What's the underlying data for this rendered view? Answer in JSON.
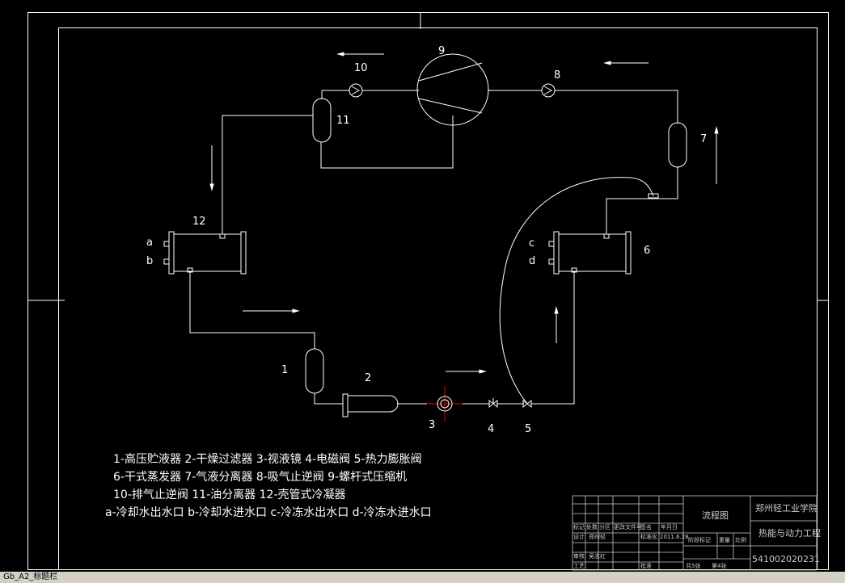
{
  "numbers": [
    "1",
    "2",
    "3",
    "4",
    "5",
    "6",
    "7",
    "8",
    "9",
    "10",
    "11",
    "12"
  ],
  "ports": [
    "a",
    "b",
    "c",
    "d"
  ],
  "legend": [
    "1-高压贮液器 2-干燥过滤器 3-视液镜 4-电磁阀 5-热力膨胀阀",
    "6-干式蒸发器 7-气液分离器 8-吸气止逆阀 9-螺杆式压缩机",
    "10-排气止逆阀 11-油分离器 12-壳管式冷凝器",
    "a-冷却水出水口  b-冷却水进水口  c-冷冻水出水口  d-冷冻水进水口"
  ],
  "title_block": {
    "drawing_title": "流程图",
    "school": "郑州轻工业学院",
    "major": "热能与动力工程",
    "number": "541002020231",
    "h_design": "设计",
    "h_review": "审核",
    "h_process": "工艺",
    "h_standard": "标准化",
    "h_approve": "批准",
    "h_stage": "阶段标记",
    "h_weight": "重量",
    "h_scale": "比例",
    "h_total": "共5张",
    "h_sheet": "第4张",
    "h_mark": "标记",
    "h_count": "处数",
    "h_zone": "分区",
    "h_change": "更改文件号",
    "h_sign": "签名",
    "h_date": "年月日",
    "designer": "郑州轻",
    "reviewer": "吴志红",
    "date": "2011.6.28"
  },
  "status_bar": "Gb_A2_标题栏"
}
